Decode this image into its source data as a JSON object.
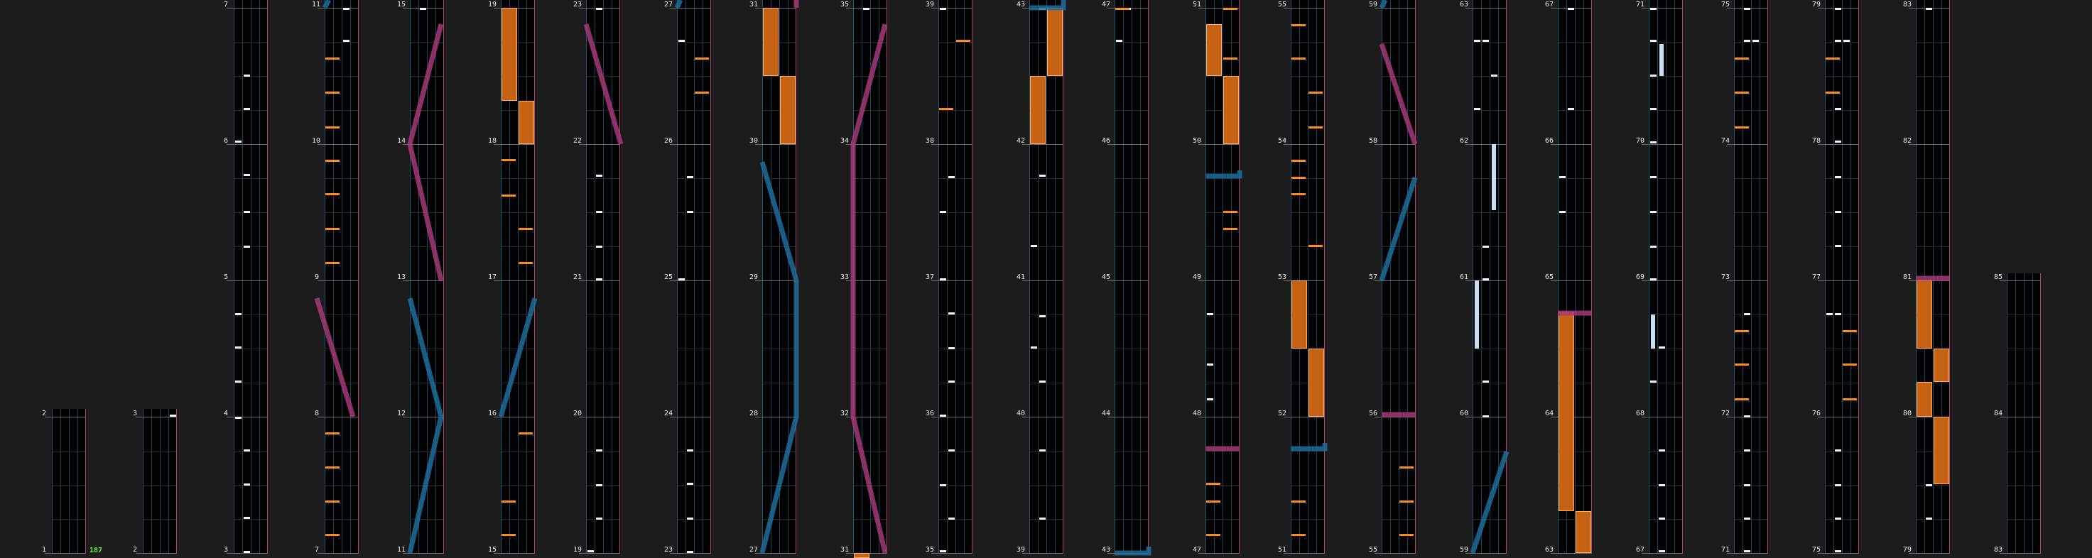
{
  "bpm_label": "187",
  "colors": {
    "background": "#1c1c1c",
    "bar": "#020202",
    "lane": "#17425c",
    "bar_edge": "#b0406e",
    "bt_note": "#f2f2f2",
    "fx_note": "#ff8a1c",
    "hold": "#c66216",
    "laser_left": "#1f6f9d",
    "laser_right": "#a53a78",
    "bpm": "#6ef03c"
  },
  "columns": [
    {
      "measures": [
        "1",
        "2"
      ]
    },
    {
      "measures": [
        "2",
        "3"
      ]
    },
    {
      "measures": [
        "3",
        "4",
        "5",
        "6",
        "7"
      ]
    },
    {
      "measures": [
        "7",
        "8",
        "9",
        "10",
        "11"
      ]
    },
    {
      "measures": [
        "11",
        "12",
        "13",
        "14",
        "15"
      ]
    },
    {
      "measures": [
        "15",
        "16",
        "17",
        "18",
        "19"
      ]
    },
    {
      "measures": [
        "19",
        "20",
        "21",
        "22",
        "23"
      ]
    },
    {
      "measures": [
        "23",
        "24",
        "25",
        "26",
        "27"
      ]
    },
    {
      "measures": [
        "27",
        "28",
        "29",
        "30",
        "31"
      ]
    },
    {
      "measures": [
        "31",
        "32",
        "33",
        "34",
        "35"
      ]
    },
    {
      "measures": [
        "35",
        "36",
        "37",
        "38",
        "39"
      ]
    },
    {
      "measures": [
        "39",
        "40",
        "41",
        "42",
        "43"
      ]
    },
    {
      "measures": [
        "43",
        "44",
        "45",
        "46",
        "47"
      ]
    },
    {
      "measures": [
        "47",
        "48",
        "49",
        "50",
        "51"
      ]
    },
    {
      "measures": [
        "51",
        "52",
        "53",
        "54",
        "55"
      ]
    },
    {
      "measures": [
        "55",
        "56",
        "57",
        "58",
        "59"
      ]
    },
    {
      "measures": [
        "59",
        "60",
        "61",
        "62",
        "63"
      ]
    },
    {
      "measures": [
        "63",
        "64",
        "65",
        "66",
        "67"
      ]
    },
    {
      "measures": [
        "67",
        "68",
        "69",
        "70",
        "71"
      ]
    },
    {
      "measures": [
        "71",
        "72",
        "73",
        "74",
        "75"
      ]
    },
    {
      "measures": [
        "75",
        "76",
        "77",
        "78",
        "79"
      ]
    },
    {
      "measures": [
        "79",
        "80",
        "81",
        "82",
        "83"
      ]
    },
    {
      "measures": [
        "83",
        "84",
        "85"
      ]
    }
  ]
}
